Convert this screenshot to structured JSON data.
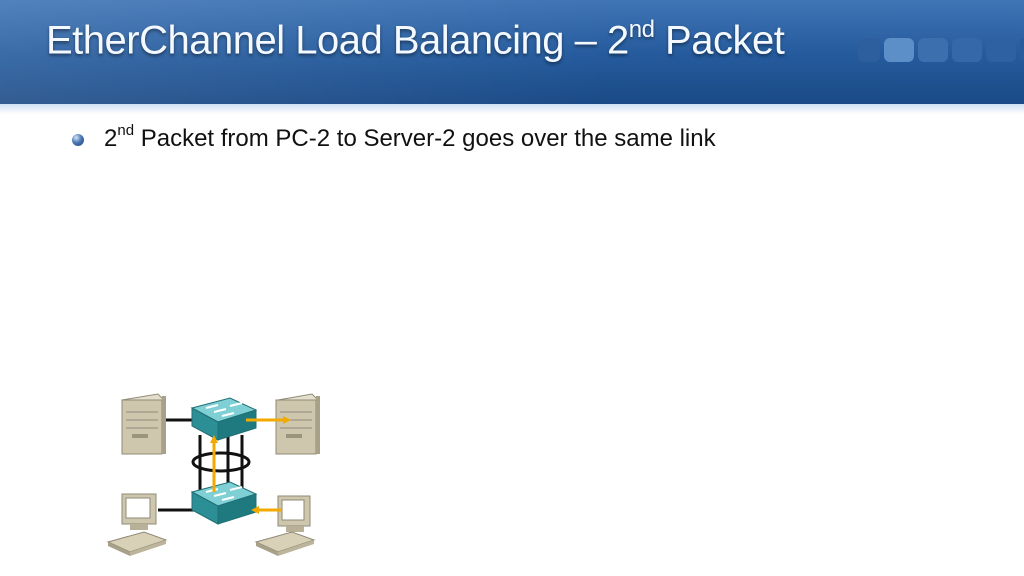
{
  "slide": {
    "title_main": "EtherChannel Load Balancing – 2",
    "title_sup": "nd",
    "title_end": " Packet"
  },
  "bullets": [
    {
      "num": "2",
      "sup": "nd",
      "text": " Packet from PC-2 to Server-2 goes over the same link"
    }
  ],
  "colors": {
    "title_bar": "#245a9c",
    "switch": "#2f9aa0",
    "packet_arrow": "#f2a900",
    "device_beige": "#cfc7ad"
  },
  "icons": [
    "server-icon",
    "switch-icon",
    "pc-icon",
    "arrow-icon"
  ]
}
